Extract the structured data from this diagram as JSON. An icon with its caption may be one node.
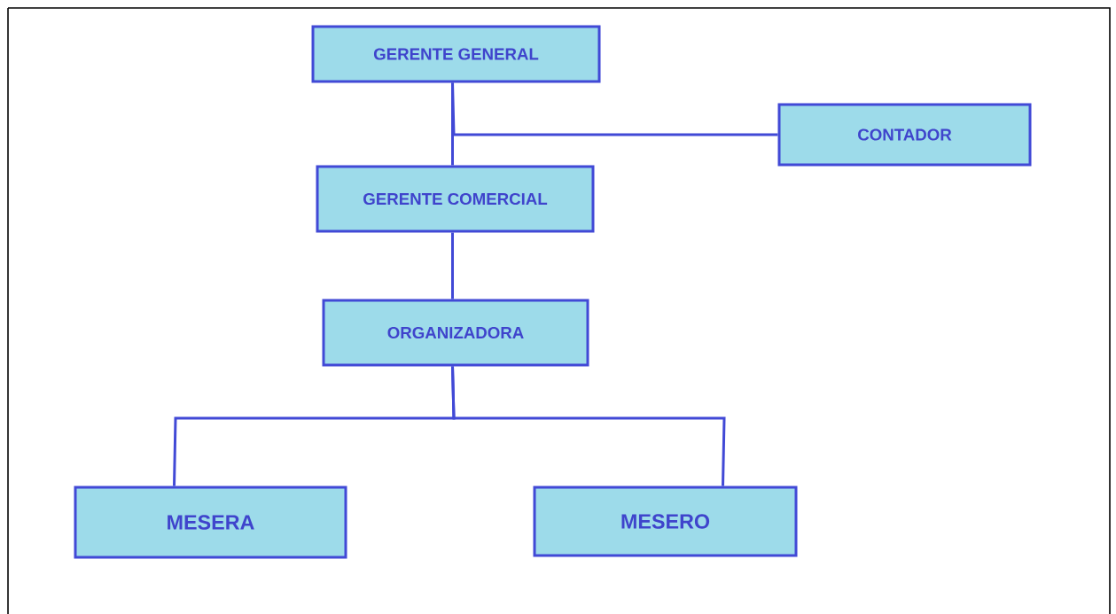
{
  "diagram": {
    "nodes": [
      {
        "text": [
          "GERENTE GENERAL"
        ]
      },
      {
        "text": [
          "CONTADOR"
        ]
      },
      {
        "text": [
          "GERENTE COMERCIAL"
        ]
      },
      {
        "text": [
          "ORGANIZADORA"
        ]
      },
      {
        "text": [
          "MESERA"
        ]
      },
      {
        "text": [
          "MESERO"
        ]
      }
    ],
    "edges": [
      {
        "from": 0,
        "to": 2,
        "arrow": "none"
      },
      {
        "from": 0,
        "to": 1,
        "arrow": "none"
      },
      {
        "from": 2,
        "to": 3,
        "arrow": "none"
      },
      {
        "from": 3,
        "to": 4,
        "arrow": "none"
      },
      {
        "from": 3,
        "to": 5,
        "arrow": "none"
      }
    ]
  }
}
